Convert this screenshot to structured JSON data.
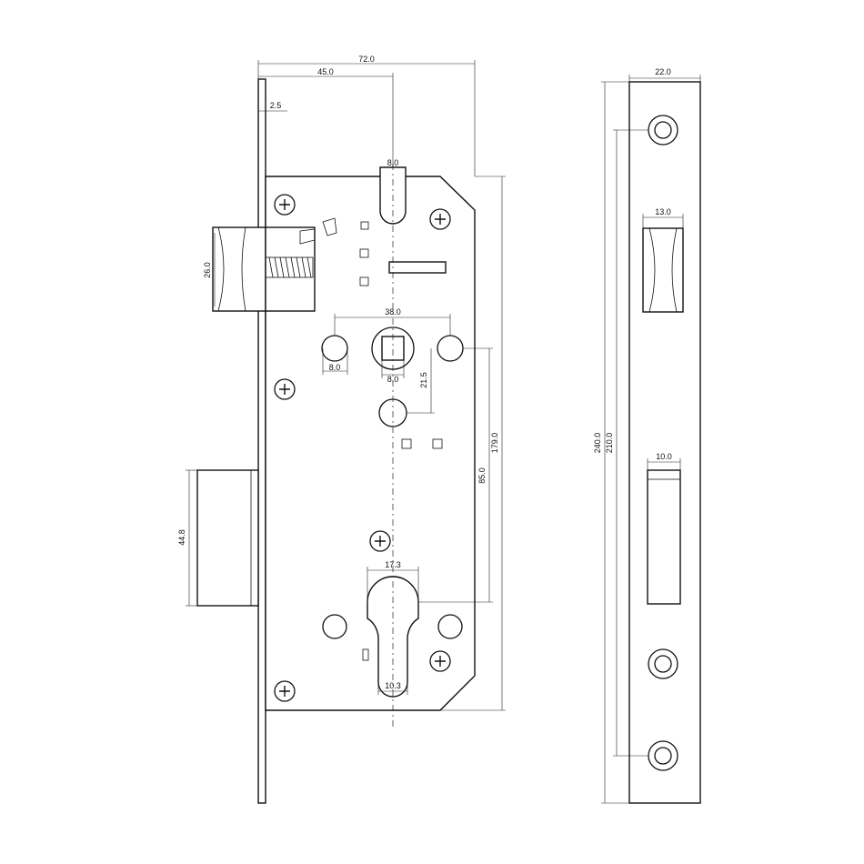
{
  "dimensions": {
    "overall_width": "72.0",
    "backset": "45.0",
    "faceplate_thickness": "2.5",
    "spindle_slot_width": "8.0",
    "latch_height": "26.0",
    "handle_hole_spacing": "38.0",
    "follower_hole_left": "8.0",
    "follower_square": "8.0",
    "follower_to_lever": "21.5",
    "case_height": "179.0",
    "centre_distance": "85.0",
    "deadbolt_height": "44.8",
    "cylinder_width_top": "17.3",
    "cylinder_width_bottom": "10.3",
    "faceplate_width": "22.0",
    "faceplate_length": "240.0",
    "fixing_hole_spacing": "210.0",
    "latch_opening_width": "13.0",
    "bolt_opening_width": "10.0"
  }
}
